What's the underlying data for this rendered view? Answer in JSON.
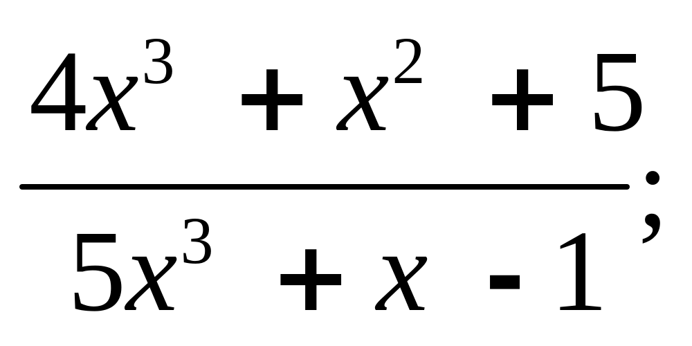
{
  "numerator": {
    "c1": "4",
    "v1": "x",
    "e1": "3",
    "op1": "+",
    "v2": "x",
    "e2": "2",
    "op2": "+",
    "c2": "5"
  },
  "denominator": {
    "c1": "5",
    "v1": "x",
    "e1": "3",
    "op1": "+",
    "v2": "x",
    "op2": "-",
    "c2": "1"
  },
  "terminator": ";"
}
